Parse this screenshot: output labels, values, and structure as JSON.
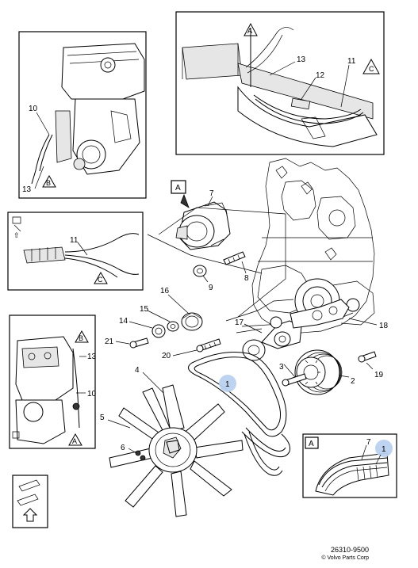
{
  "labels": {
    "p1": "1",
    "p2": "2",
    "p3": "3",
    "p4": "4",
    "p5": "5",
    "p6": "6",
    "p7": "7",
    "p8": "8",
    "p9": "9",
    "p10": "10",
    "p11": "11",
    "p12": "12",
    "p13": "13",
    "p14": "14",
    "p15": "15",
    "p16": "16",
    "p17": "17",
    "p18": "18",
    "p19": "19",
    "p20": "20",
    "p21": "21"
  },
  "markers": {
    "a": "A",
    "b": "B",
    "c": "C"
  },
  "footer": {
    "code": "26310-9500",
    "copyright": "© Volvo Parts Corp"
  },
  "colors": {
    "highlight": "#b9d1ef",
    "line": "#000000"
  }
}
